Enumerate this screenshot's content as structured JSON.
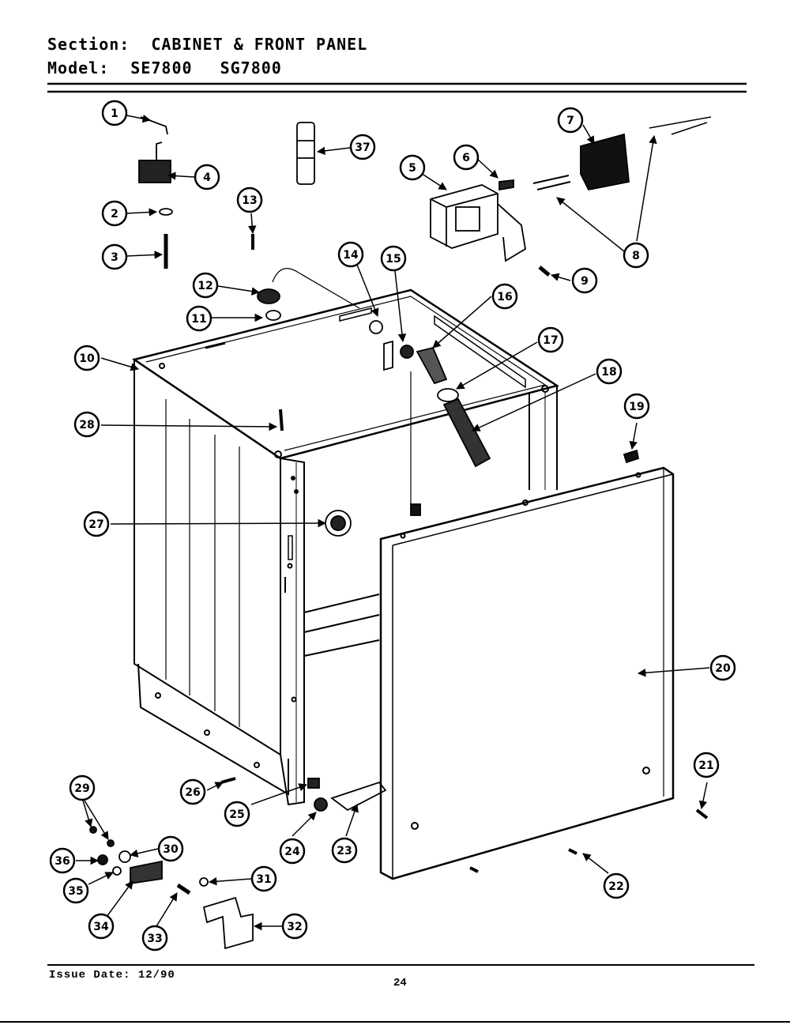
{
  "header": {
    "section_label": "Section:",
    "section_value": "CABINET & FRONT PANEL",
    "model_label": "Model:",
    "model_values": [
      "SE7800",
      "SG7800"
    ]
  },
  "callouts": [
    "1",
    "2",
    "3",
    "4",
    "5",
    "6",
    "7",
    "8",
    "8",
    "9",
    "10",
    "11",
    "12",
    "13",
    "14",
    "15",
    "16",
    "17",
    "18",
    "19",
    "20",
    "21",
    "22",
    "23",
    "24",
    "25",
    "26",
    "27",
    "28",
    "29",
    "29",
    "30",
    "31",
    "32",
    "33",
    "34",
    "35",
    "36",
    "37"
  ],
  "footer": {
    "issue_date": "Issue Date: 12/90",
    "page_number": "24"
  }
}
